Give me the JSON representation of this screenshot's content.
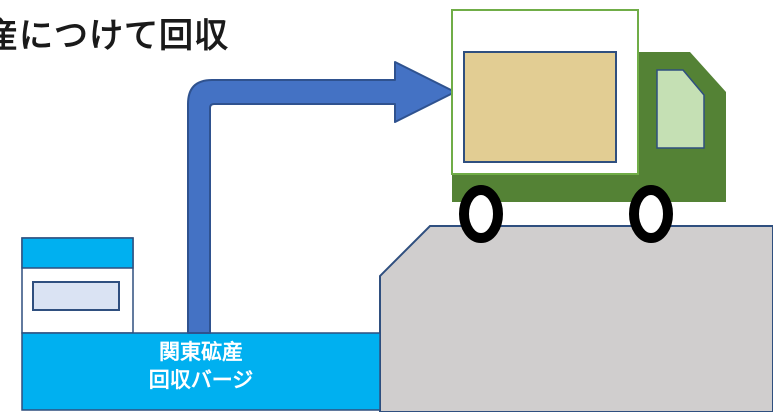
{
  "headline": "産につけて回収",
  "barge": {
    "label_line1": "関東砿産",
    "label_line2": "回収バージ"
  },
  "colors": {
    "arrow": "#4472C4",
    "barge": "#00B0F0",
    "truck": "#548235",
    "cargo": "#E2CD93",
    "pier": "#D0CECE",
    "window": "#C5E0B4"
  }
}
